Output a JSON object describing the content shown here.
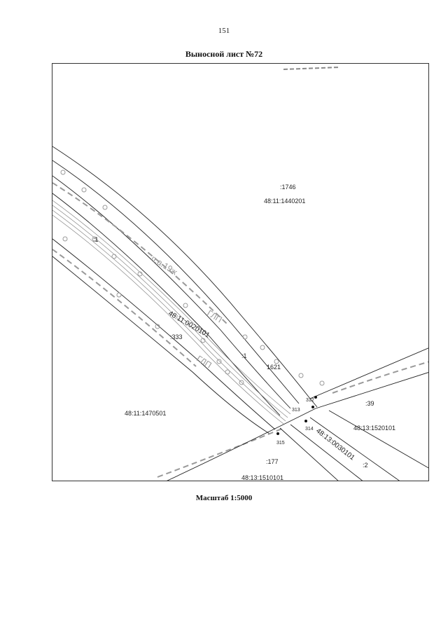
{
  "page_number": "151",
  "title": "Выносной лист №72",
  "scale": "Масштаб 1:5000",
  "map": {
    "parcel_labels": [
      ":1746",
      "48:11:1440201",
      ":333",
      "1621",
      "48:11:1470501",
      ":39",
      "48:13:1520101",
      ":177",
      "48:13:1510101",
      ":2",
      ":1",
      ":1"
    ],
    "strip_labels": [
      "48:11:0020101",
      "48:13:0030101"
    ],
    "point_labels": [
      "312",
      "313",
      "314",
      "315"
    ],
    "road_labels": [
      "п.а.19ж",
      "ГЛП",
      "ГЛП"
    ]
  }
}
